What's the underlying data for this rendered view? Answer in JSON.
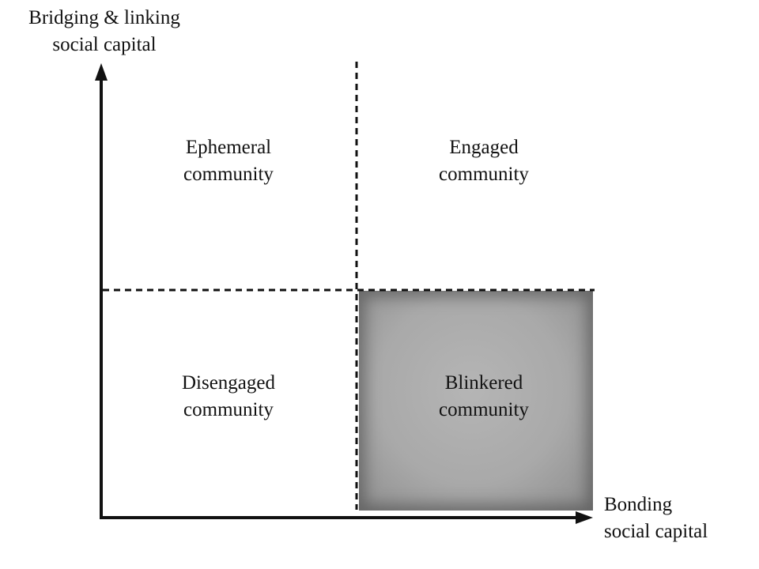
{
  "diagram": {
    "y_axis_label_line1": "Bridging & linking",
    "y_axis_label_line2": "social capital",
    "x_axis_label_line1": "Bonding",
    "x_axis_label_line2": "social capital",
    "quadrants": {
      "top_left": {
        "line1": "Ephemeral",
        "line2": "community"
      },
      "top_right": {
        "line1": "Engaged",
        "line2": "community"
      },
      "bottom_left": {
        "line1": "Disengaged",
        "line2": "community"
      },
      "bottom_right": {
        "line1": "Blinkered",
        "line2": "community"
      }
    },
    "colors": {
      "axis": "#111111",
      "highlight_fill": "#a9a9a9"
    }
  }
}
